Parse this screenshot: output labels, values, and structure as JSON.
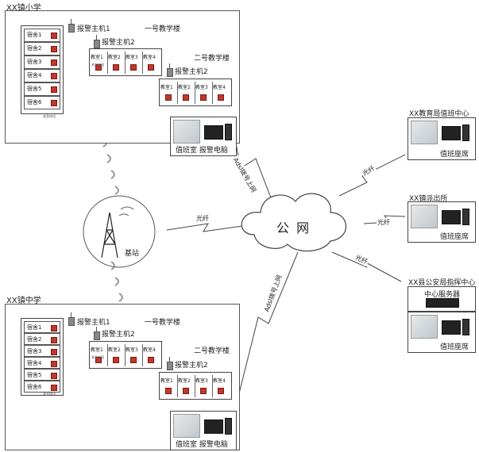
{
  "top_school": {
    "title": "XX镇小学",
    "dorm_rows": [
      "宿舍1",
      "宿舍2",
      "宿舍3",
      "宿舍4",
      "宿舍5",
      "宿舍6"
    ],
    "dorm_caption": "紧急按钮",
    "host1": "报警主机1",
    "building1": "一号教学楼",
    "host2": "报警主机2",
    "building2": "二号教学楼",
    "host3": "报警主机2",
    "rooms": [
      "教室1",
      "教室2",
      "教室3",
      "教室4"
    ],
    "rooms2": [
      "教室1",
      "教室2",
      "教室3",
      "教室4"
    ],
    "room_caption": "紧急按钮",
    "control_room": "值班室 报警电脑"
  },
  "bottom_school": {
    "title": "XX镇中学",
    "dorm_rows": [
      "宿舍1",
      "宿舍2",
      "宿舍3",
      "宿舍4",
      "宿舍5",
      "宿舍6"
    ],
    "dorm_caption": "紧急按钮",
    "host1": "报警主机1",
    "building1": "一号教学楼",
    "host2": "报警主机2",
    "building2": "二号教学楼",
    "host3": "报警主机2",
    "rooms": [
      "教室1",
      "教室2",
      "教室3",
      "教室4"
    ],
    "rooms2": [
      "教室1",
      "教室2",
      "教室3",
      "教室4"
    ],
    "room_caption": "紧急按钮",
    "control_room": "值班室 报警电脑"
  },
  "network": {
    "cloud_label": "公 网",
    "base_station": "基站",
    "fiber_label": "光纤",
    "adsl_top": "Adsl拨号上网",
    "adsl_bottom": "Adsl拨号上网"
  },
  "stations": {
    "education": {
      "title": "XX教育局值班中心",
      "seat": "值班座席",
      "link": "光纤"
    },
    "police": {
      "title": "XX镇派出所",
      "seat": "值班座席",
      "link": "光纤"
    },
    "command": {
      "title": "XX县公安局指挥中心",
      "server": "中心服务器",
      "seat": "值班座席",
      "link": "光纤"
    }
  }
}
